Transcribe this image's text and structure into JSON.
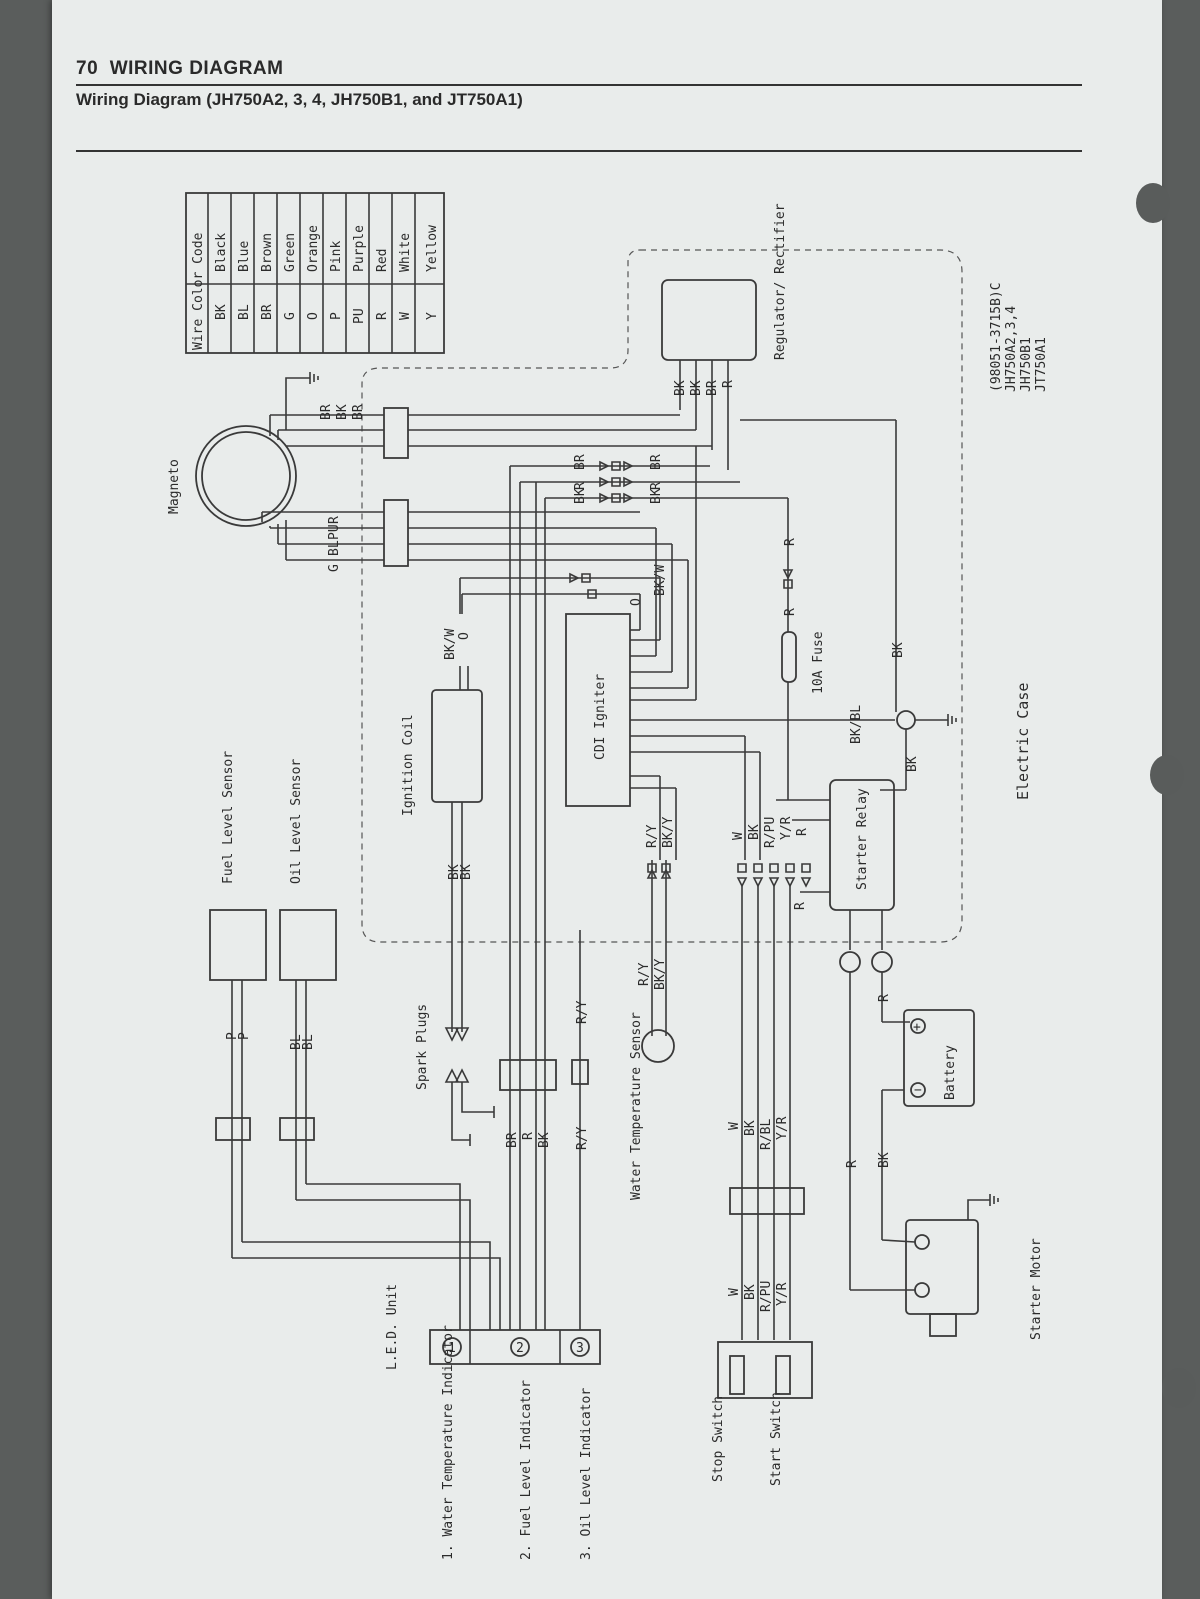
{
  "header": {
    "page_number": "70",
    "section_title": "WIRING DIAGRAM",
    "subtitle": "Wiring Diagram (JH750A2, 3, 4, JH750B1, and JT750A1)"
  },
  "color_code_table": {
    "title": "Wire Color Code",
    "rows": [
      {
        "code": "BK",
        "color": "Black"
      },
      {
        "code": "BL",
        "color": "Blue"
      },
      {
        "code": "BR",
        "color": "Brown"
      },
      {
        "code": "G",
        "color": "Green"
      },
      {
        "code": "O",
        "color": "Orange"
      },
      {
        "code": "P",
        "color": "Pink"
      },
      {
        "code": "PU",
        "color": "Purple"
      },
      {
        "code": "R",
        "color": "Red"
      },
      {
        "code": "W",
        "color": "White"
      },
      {
        "code": "Y",
        "color": "Yellow"
      }
    ]
  },
  "part_number": {
    "code": "(98051-3715B)C",
    "models": [
      "JH750A2,3,4",
      "JH750B1",
      "JT750A1"
    ]
  },
  "components": {
    "magneto": "Magneto",
    "regulator": "Regulator/ Rectifier",
    "electric_case": "Electric Case",
    "ignition_coil": "Ignition Coil",
    "cdi_igniter": "CDI Igniter",
    "fuse": "10A Fuse",
    "starter_relay": "Starter Relay",
    "battery": "Battery",
    "starter_motor": "Starter Motor",
    "spark_plugs": "Spark Plugs",
    "fuel_level_sensor": "Fuel Level Sensor",
    "oil_level_sensor": "Oil Level Sensor",
    "water_temp_sensor": "Water Temperature Sensor",
    "led_unit": "L.E.D. Unit",
    "stop_switch": "Stop Switch",
    "start_switch": "Start Switch"
  },
  "led_indicators": [
    {
      "num": "1",
      "label": "1. Water Temperature Indicator"
    },
    {
      "num": "2",
      "label": "2. Fuel Level Indicator"
    },
    {
      "num": "3",
      "label": "3. Oil Level Indicator"
    }
  ],
  "wire_labels": {
    "mag_top": [
      "BR",
      "BK",
      "BR"
    ],
    "mag_bottom": [
      "R",
      "PU",
      "BL",
      "G"
    ],
    "reg_out": [
      "BK",
      "BK",
      "BR",
      "R"
    ],
    "diode_br": "BR",
    "diode_r": "R",
    "diode_bk": "BK",
    "bkw": "BK/W",
    "o": "O",
    "bkbl": "BK/BL",
    "bk": "BK",
    "r": "R",
    "ry": "R/Y",
    "bky": "BK/Y",
    "w": "W",
    "rpu": "R/PU",
    "yr": "Y/R",
    "rbl": "R/BL",
    "p": "P",
    "bl": "BL"
  }
}
